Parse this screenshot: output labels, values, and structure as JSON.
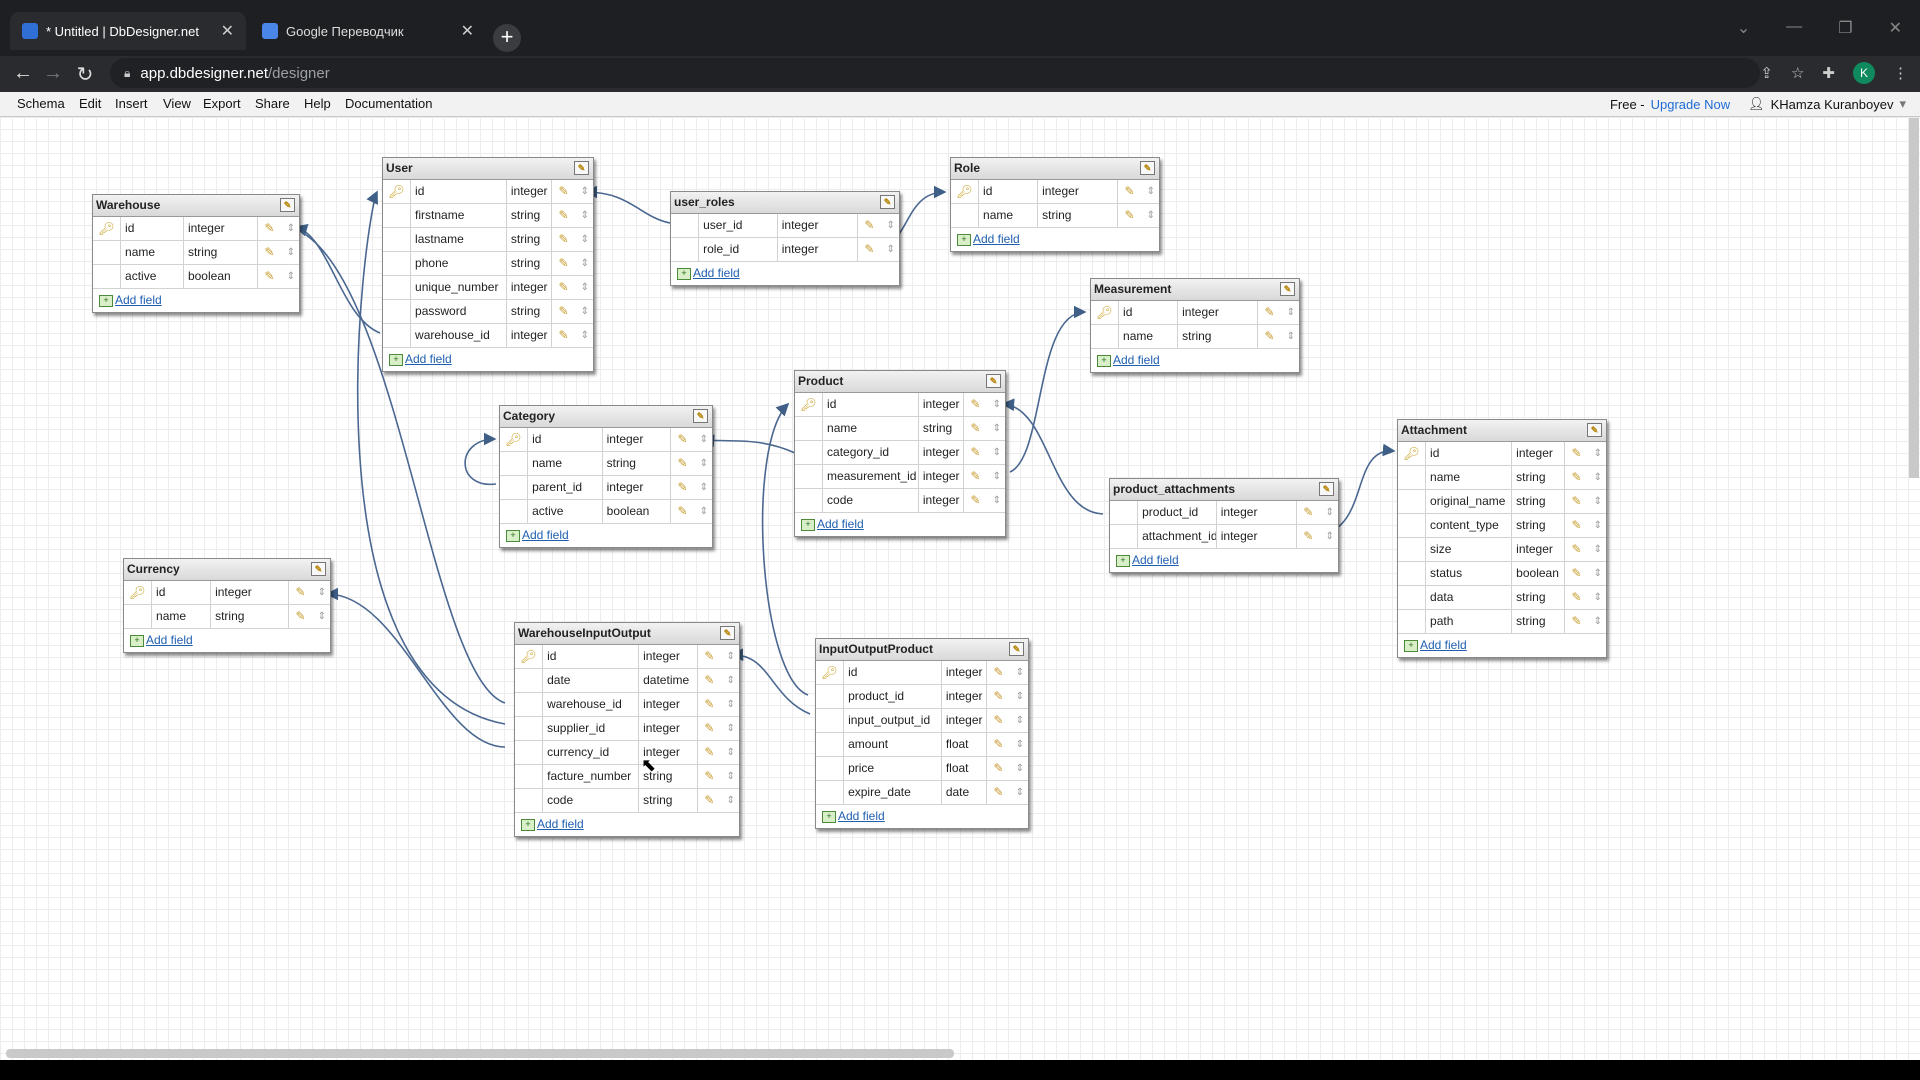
{
  "browser": {
    "tabs": [
      {
        "title": "* Untitled | DbDesigner.net",
        "active": true,
        "favicon_color": "#2f6fd6"
      },
      {
        "title": "Google Переводчик",
        "active": false,
        "favicon_color": "#4a86e8"
      }
    ],
    "new_tab": "+",
    "url_host": "app.dbdesigner.net",
    "url_path": "/designer",
    "profile_initial": "K"
  },
  "menubar": {
    "items": [
      "Schema",
      "Edit",
      "Insert",
      "View",
      "Export",
      "Share",
      "Help",
      "Documentation"
    ],
    "plan": "Free -",
    "upgrade": "Upgrade Now",
    "user": "KHamza Kuranboyev"
  },
  "add_field_label": "Add field",
  "tables": [
    {
      "name": "Warehouse",
      "fields": [
        [
          "id",
          "integer",
          true
        ],
        [
          "name",
          "string",
          false
        ],
        [
          "active",
          "boolean",
          false
        ]
      ]
    },
    {
      "name": "User",
      "fields": [
        [
          "id",
          "integer",
          true
        ],
        [
          "firstname",
          "string",
          false
        ],
        [
          "lastname",
          "string",
          false
        ],
        [
          "phone",
          "string",
          false
        ],
        [
          "unique_number",
          "integer",
          false
        ],
        [
          "password",
          "string",
          false
        ],
        [
          "warehouse_id",
          "integer",
          false
        ]
      ]
    },
    {
      "name": "user_roles",
      "fields": [
        [
          "user_id",
          "integer",
          false
        ],
        [
          "role_id",
          "integer",
          false
        ]
      ]
    },
    {
      "name": "Role",
      "fields": [
        [
          "id",
          "integer",
          true
        ],
        [
          "name",
          "string",
          false
        ]
      ]
    },
    {
      "name": "Measurement",
      "fields": [
        [
          "id",
          "integer",
          true
        ],
        [
          "name",
          "string",
          false
        ]
      ]
    },
    {
      "name": "Product",
      "fields": [
        [
          "id",
          "integer",
          true
        ],
        [
          "name",
          "string",
          false
        ],
        [
          "category_id",
          "integer",
          false
        ],
        [
          "measurement_id",
          "integer",
          false
        ],
        [
          "code",
          "integer",
          false
        ]
      ]
    },
    {
      "name": "Category",
      "fields": [
        [
          "id",
          "integer",
          true
        ],
        [
          "name",
          "string",
          false
        ],
        [
          "parent_id",
          "integer",
          false
        ],
        [
          "active",
          "boolean",
          false
        ]
      ]
    },
    {
      "name": "product_attachments",
      "fields": [
        [
          "product_id",
          "integer",
          false
        ],
        [
          "attachment_id",
          "integer",
          false
        ]
      ]
    },
    {
      "name": "Attachment",
      "fields": [
        [
          "id",
          "integer",
          true
        ],
        [
          "name",
          "string",
          false
        ],
        [
          "original_name",
          "string",
          false
        ],
        [
          "content_type",
          "string",
          false
        ],
        [
          "size",
          "integer",
          false
        ],
        [
          "status",
          "boolean",
          false
        ],
        [
          "data",
          "string",
          false
        ],
        [
          "path",
          "string",
          false
        ]
      ]
    },
    {
      "name": "Currency",
      "fields": [
        [
          "id",
          "integer",
          true
        ],
        [
          "name",
          "string",
          false
        ]
      ]
    },
    {
      "name": "WarehouseInputOutput",
      "fields": [
        [
          "id",
          "integer",
          true
        ],
        [
          "date",
          "datetime",
          false
        ],
        [
          "warehouse_id",
          "integer",
          false
        ],
        [
          "supplier_id",
          "integer",
          false
        ],
        [
          "currency_id",
          "integer",
          false
        ],
        [
          "facture_number",
          "string",
          false
        ],
        [
          "code",
          "string",
          false
        ]
      ]
    },
    {
      "name": "InputOutputProduct",
      "fields": [
        [
          "id",
          "integer",
          true
        ],
        [
          "product_id",
          "integer",
          false
        ],
        [
          "input_output_id",
          "integer",
          false
        ],
        [
          "amount",
          "float",
          false
        ],
        [
          "price",
          "float",
          false
        ],
        [
          "expire_date",
          "date",
          false
        ]
      ]
    }
  ]
}
